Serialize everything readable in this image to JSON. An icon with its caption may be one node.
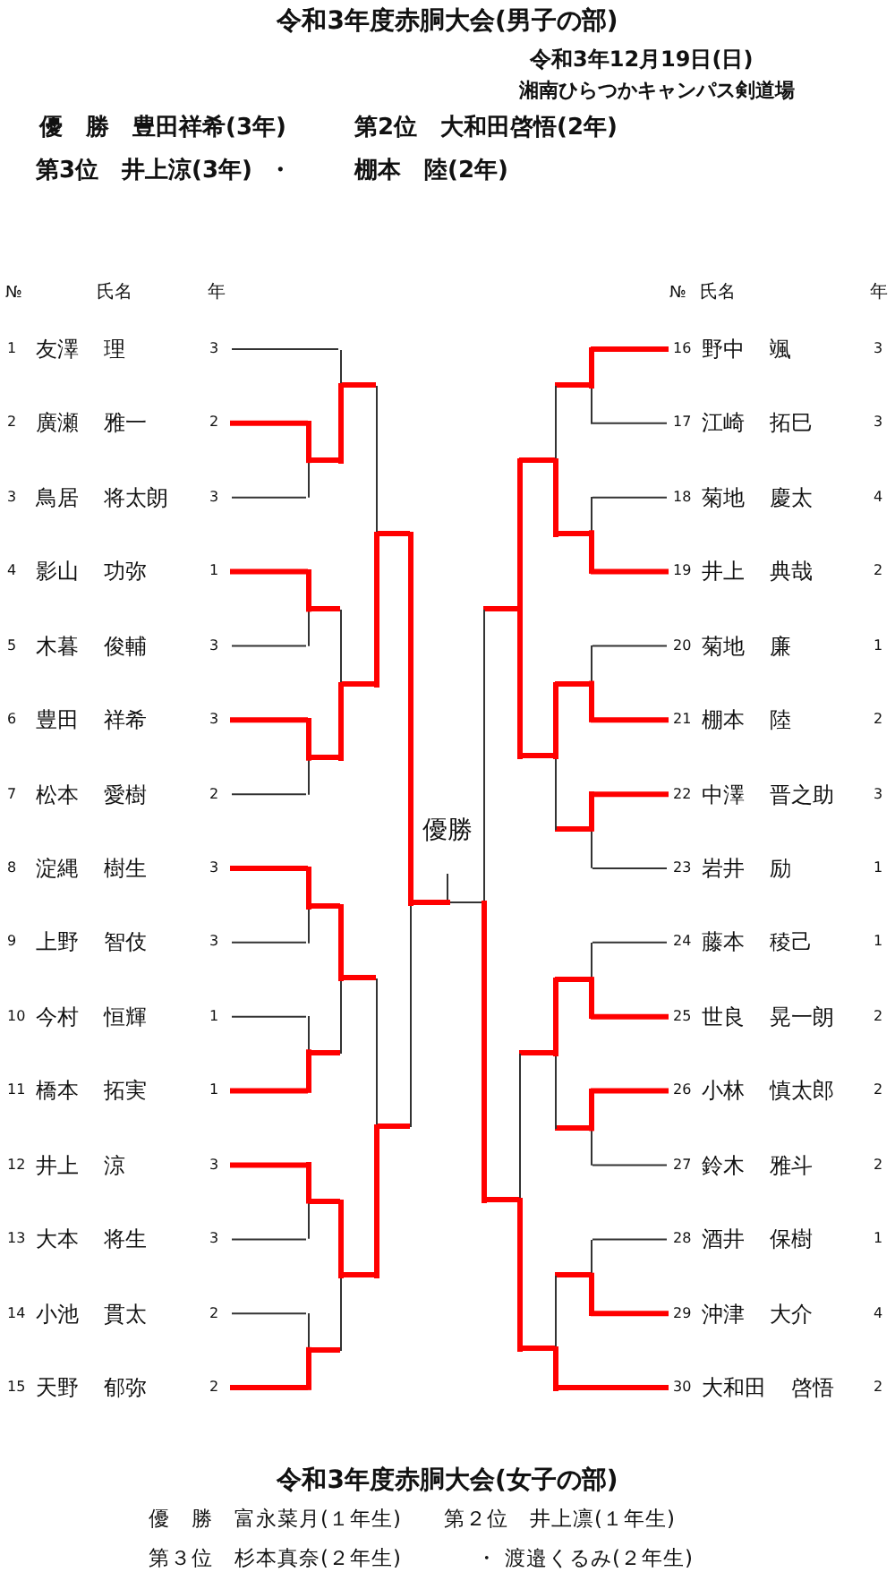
{
  "diagram": {
    "title": "令和3年度赤胴大会(男子の部)",
    "nodes": [
      {
        "text": [
          "1",
          "友澤",
          "理",
          "3"
        ]
      },
      {
        "text": [
          "2",
          "廣瀬",
          "雅一",
          "2"
        ]
      },
      {
        "text": [
          "3",
          "鳥居",
          "将太朗",
          "3"
        ]
      },
      {
        "text": [
          "4",
          "影山",
          "功弥",
          "1"
        ]
      },
      {
        "text": [
          "5",
          "木暮",
          "俊輔",
          "3"
        ]
      },
      {
        "text": [
          "6",
          "豊田",
          "祥希",
          "3"
        ]
      },
      {
        "text": [
          "7",
          "松本",
          "愛樹",
          "2"
        ]
      },
      {
        "text": [
          "8",
          "淀縄",
          "樹生",
          "3"
        ]
      },
      {
        "text": [
          "9",
          "上野",
          "智伎",
          "3"
        ]
      },
      {
        "text": [
          "10",
          "今村",
          "恒輝",
          "1"
        ]
      },
      {
        "text": [
          "11",
          "橋本",
          "拓実",
          "1"
        ]
      },
      {
        "text": [
          "12",
          "井上",
          "涼",
          "3"
        ]
      },
      {
        "text": [
          "13",
          "大本",
          "将生",
          "3"
        ]
      },
      {
        "text": [
          "14",
          "小池",
          "貫太",
          "2"
        ]
      },
      {
        "text": [
          "15",
          "天野",
          "郁弥",
          "2"
        ]
      },
      {
        "text": [
          "16",
          "野中",
          "颯",
          "3"
        ]
      },
      {
        "text": [
          "17",
          "江崎",
          "拓巳",
          "3"
        ]
      },
      {
        "text": [
          "18",
          "菊地",
          "慶太",
          "4"
        ]
      },
      {
        "text": [
          "19",
          "井上",
          "典哉",
          "2"
        ]
      },
      {
        "text": [
          "20",
          "菊地",
          "廉",
          "1"
        ]
      },
      {
        "text": [
          "21",
          "棚本",
          "陸",
          "2"
        ]
      },
      {
        "text": [
          "22",
          "中澤",
          "晋之助",
          "3"
        ]
      },
      {
        "text": [
          "23",
          "岩井",
          "励",
          "1"
        ]
      },
      {
        "text": [
          "24",
          "藤本",
          "稜己",
          "1"
        ]
      },
      {
        "text": [
          "25",
          "世良",
          "晃一朗",
          "2"
        ]
      },
      {
        "text": [
          "26",
          "小林",
          "慎太郎",
          "2"
        ]
      },
      {
        "text": [
          "27",
          "鈴木",
          "雅斗",
          "2"
        ]
      },
      {
        "text": [
          "28",
          "酒井",
          "保樹",
          "1"
        ]
      },
      {
        "text": [
          "29",
          "沖津",
          "大介",
          "4"
        ]
      },
      {
        "text": [
          "30",
          "大和田",
          "啓悟",
          "2"
        ]
      },
      {
        "text": [
          "優勝"
        ]
      },
      {
        "text": [],
        "shape": "bar"
      },
      {
        "text": [],
        "shape": "bar"
      },
      {
        "text": [],
        "shape": "bar"
      },
      {
        "text": [],
        "shape": "bar"
      },
      {
        "text": [],
        "shape": "bar"
      },
      {
        "text": [],
        "shape": "bar"
      },
      {
        "text": [],
        "shape": "bar"
      },
      {
        "text": [],
        "shape": "bar"
      },
      {
        "text": [],
        "shape": "bar"
      },
      {
        "text": [],
        "shape": "bar"
      },
      {
        "text": [],
        "shape": "bar"
      },
      {
        "text": [],
        "shape": "bar"
      },
      {
        "text": [],
        "shape": "bar"
      },
      {
        "text": [],
        "shape": "bar"
      },
      {
        "text": [],
        "shape": "bar"
      },
      {
        "text": [],
        "shape": "bar"
      },
      {
        "text": [],
        "shape": "bar"
      },
      {
        "text": [],
        "shape": "bar"
      },
      {
        "text": [],
        "shape": "bar"
      },
      {
        "text": [],
        "shape": "bar"
      },
      {
        "text": [],
        "shape": "bar"
      },
      {
        "text": [],
        "shape": "bar"
      },
      {
        "text": [],
        "shape": "bar"
      },
      {
        "text": [],
        "shape": "bar"
      },
      {
        "text": [],
        "shape": "bar"
      },
      {
        "text": [],
        "shape": "bar"
      },
      {
        "text": [],
        "shape": "bar"
      },
      {
        "text": [],
        "shape": "bar"
      }
    ],
    "edges": [
      {
        "from": 0,
        "to": 38,
        "arrow": "none",
        "color": "#333333"
      },
      {
        "from": 1,
        "to": 31,
        "arrow": "none"
      },
      {
        "from": 2,
        "to": 31,
        "arrow": "none",
        "color": "#333333"
      },
      {
        "from": 3,
        "to": 32,
        "arrow": "none"
      },
      {
        "from": 4,
        "to": 32,
        "arrow": "none",
        "color": "#333333"
      },
      {
        "from": 5,
        "to": 33,
        "arrow": "none"
      },
      {
        "from": 6,
        "to": 33,
        "arrow": "none",
        "color": "#333333"
      },
      {
        "from": 7,
        "to": 34,
        "arrow": "none"
      },
      {
        "from": 8,
        "to": 34,
        "arrow": "none",
        "color": "#333333"
      },
      {
        "from": 9,
        "to": 35,
        "arrow": "none",
        "color": "#333333"
      },
      {
        "from": 10,
        "to": 35,
        "arrow": "none"
      },
      {
        "from": 11,
        "to": 36,
        "arrow": "none"
      },
      {
        "from": 12,
        "to": 36,
        "arrow": "none",
        "color": "#333333"
      },
      {
        "from": 13,
        "to": 37,
        "arrow": "none",
        "color": "#333333"
      },
      {
        "from": 14,
        "to": 37,
        "arrow": "none"
      },
      {
        "from": 15,
        "to": 52,
        "arrow": "none"
      },
      {
        "from": 16,
        "to": 52,
        "arrow": "none",
        "color": "#333333"
      },
      {
        "from": 17,
        "to": 53,
        "arrow": "none",
        "color": "#333333"
      },
      {
        "from": 18,
        "to": 53,
        "arrow": "none"
      },
      {
        "from": 19,
        "to": 54,
        "arrow": "none",
        "color": "#333333"
      },
      {
        "from": 20,
        "to": 54,
        "arrow": "none"
      },
      {
        "from": 21,
        "to": 55,
        "arrow": "none"
      },
      {
        "from": 22,
        "to": 55,
        "arrow": "none",
        "color": "#333333"
      },
      {
        "from": 23,
        "to": 56,
        "arrow": "none",
        "color": "#333333"
      },
      {
        "from": 24,
        "to": 56,
        "arrow": "none"
      },
      {
        "from": 25,
        "to": 57,
        "arrow": "none"
      },
      {
        "from": 26,
        "to": 57,
        "arrow": "none",
        "color": "#333333"
      },
      {
        "from": 27,
        "to": 58,
        "arrow": "none",
        "color": "#333333"
      },
      {
        "from": 28,
        "to": 58,
        "arrow": "none"
      },
      {
        "from": 29,
        "to": 51,
        "arrow": "none"
      },
      {
        "from": 31,
        "to": 38,
        "arrow": "none"
      },
      {
        "from": 32,
        "to": 39,
        "arrow": "none"
      },
      {
        "from": 33,
        "to": 39,
        "arrow": "none"
      },
      {
        "from": 34,
        "to": 40,
        "arrow": "none"
      },
      {
        "from": 35,
        "to": 40,
        "arrow": "none"
      },
      {
        "from": 36,
        "to": 41,
        "arrow": "none"
      },
      {
        "from": 37,
        "to": 41,
        "arrow": "none"
      },
      {
        "from": 38,
        "to": 42,
        "arrow": "none"
      },
      {
        "from": 39,
        "to": 42,
        "arrow": "none"
      },
      {
        "from": 40,
        "to": 43,
        "arrow": "none"
      },
      {
        "from": 41,
        "to": 43,
        "arrow": "none"
      },
      {
        "from": 42,
        "to": 44,
        "arrow": "none"
      },
      {
        "from": 43,
        "to": 44,
        "arrow": "none"
      },
      {
        "from": 52,
        "to": 48,
        "arrow": "none"
      },
      {
        "from": 53,
        "to": 48,
        "arrow": "none"
      },
      {
        "from": 54,
        "to": 49,
        "arrow": "none"
      },
      {
        "from": 55,
        "to": 49,
        "arrow": "none"
      },
      {
        "from": 56,
        "to": 50,
        "arrow": "none"
      },
      {
        "from": 57,
        "to": 50,
        "arrow": "none"
      },
      {
        "from": 58,
        "to": 51,
        "arrow": "none"
      },
      {
        "from": 48,
        "to": 46,
        "arrow": "none"
      },
      {
        "from": 49,
        "to": 46,
        "arrow": "none"
      },
      {
        "from": 50,
        "to": 47,
        "arrow": "none"
      },
      {
        "from": 51,
        "to": 47,
        "arrow": "none"
      },
      {
        "from": 46,
        "to": 45,
        "arrow": "none"
      },
      {
        "from": 47,
        "to": 45,
        "arrow": "none"
      },
      {
        "from": 44,
        "to": 30,
        "arrow": "none"
      },
      {
        "from": 45,
        "to": 30,
        "arrow": "none",
        "color": "#333333"
      }
    ],
    "labels": [
      "令和3年12月19日(日)",
      "湘南ひらつかキャンパス剣道場",
      "優　勝　豊田祥希(3年)",
      "第2位　大和田啓悟(2年)",
      "第3位　井上涼(3年)",
      "・",
      "棚本　陸(2年)",
      "№",
      "氏名",
      "年",
      "№",
      "氏名",
      "年",
      "令和3年度赤胴大会(女子の部)",
      "優　勝　富永菜月(１年生)",
      "第２位　井上凛(１年生)",
      "第３位　杉本真奈(２年生)",
      "・",
      "渡邉くるみ(２年生)"
    ]
  }
}
